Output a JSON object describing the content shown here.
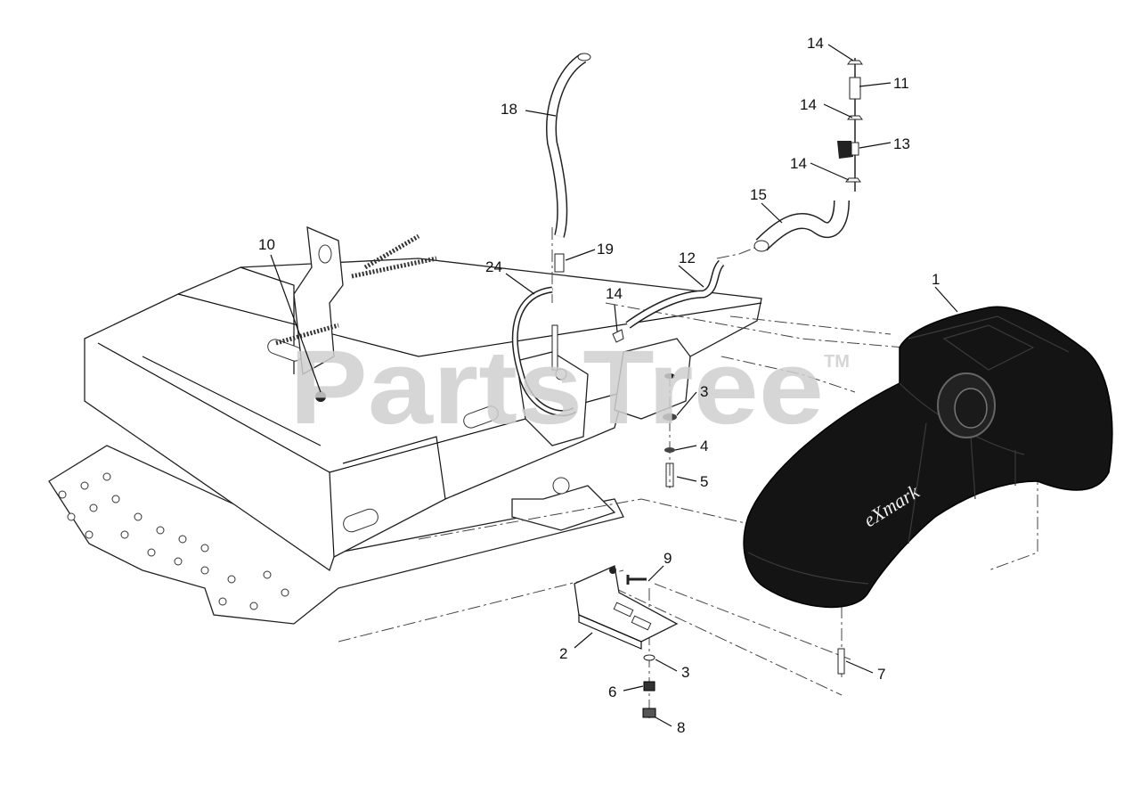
{
  "watermark": {
    "text": "PartsTree",
    "tm": "TM"
  },
  "tank_brand": "eXmark",
  "callouts": {
    "c1": "1",
    "c2": "2",
    "c3a": "3",
    "c3b": "3",
    "c4": "4",
    "c5": "5",
    "c6": "6",
    "c7": "7",
    "c8": "8",
    "c9": "9",
    "c10": "10",
    "c11": "11",
    "c12": "12",
    "c13": "13",
    "c14a": "14",
    "c14b": "14",
    "c14c": "14",
    "c14d": "14",
    "c15": "15",
    "c18": "18",
    "c19": "19",
    "c24": "24"
  }
}
